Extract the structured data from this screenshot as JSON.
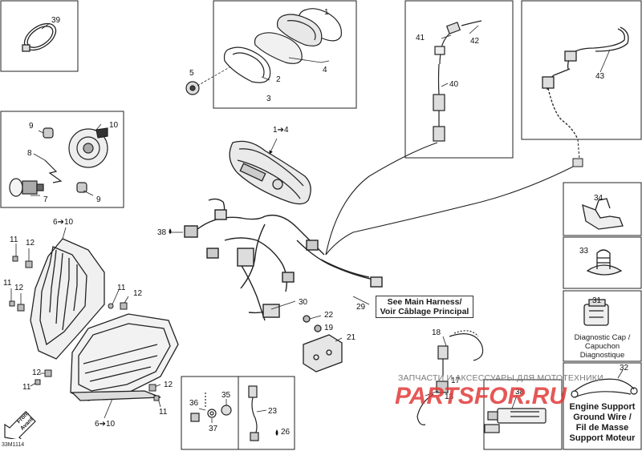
{
  "doc_code": "33M1114",
  "front_marker": {
    "line1": "Front",
    "line2": "Avant"
  },
  "callouts": {
    "main_harness": {
      "line1": "See Main Harness/",
      "line2": "Voir Câblage Principal"
    },
    "diag_cap": {
      "line1": "Diagnostic Cap /",
      "line2": "Capuchon",
      "line3": "Diagnostique"
    },
    "ground_wire": {
      "line1": "Engine Support",
      "line2": "Ground Wire /",
      "line3": "Fil de Masse",
      "line4": "Support Moteur"
    }
  },
  "watermark": {
    "russian": "ЗАПЧАСТИ И АКСЕССУАРЫ ДЛЯ МОТОТЕХНИКИ",
    "brand_a": "PARTS",
    "brand_b": "FOR",
    "brand_c": ".RU",
    "color_brand": "#e23a3a",
    "color_text": "#7a7a7a"
  },
  "labels": [
    {
      "id": "l39",
      "text": "39"
    },
    {
      "id": "l1",
      "text": "1"
    },
    {
      "id": "l2",
      "text": "2"
    },
    {
      "id": "l3",
      "text": "3"
    },
    {
      "id": "l4",
      "text": "4"
    },
    {
      "id": "l5",
      "text": "5"
    },
    {
      "id": "l41",
      "text": "41"
    },
    {
      "id": "l42",
      "text": "42"
    },
    {
      "id": "l40",
      "text": "40"
    },
    {
      "id": "l43",
      "text": "43"
    },
    {
      "id": "l9a",
      "text": "9"
    },
    {
      "id": "l10",
      "text": "10"
    },
    {
      "id": "l8",
      "text": "8"
    },
    {
      "id": "l7",
      "text": "7"
    },
    {
      "id": "l9b",
      "text": "9"
    },
    {
      "id": "l14",
      "text": "1➔4"
    },
    {
      "id": "l610a",
      "text": "6➔10"
    },
    {
      "id": "l38a",
      "text": "38"
    },
    {
      "id": "l11a",
      "text": "11"
    },
    {
      "id": "l12a",
      "text": "12"
    },
    {
      "id": "l11b",
      "text": "11"
    },
    {
      "id": "l12b",
      "text": "12"
    },
    {
      "id": "l11c",
      "text": "11"
    },
    {
      "id": "l12c",
      "text": "12"
    },
    {
      "id": "l12d",
      "text": "12"
    },
    {
      "id": "l11d",
      "text": "11"
    },
    {
      "id": "l12e",
      "text": "12"
    },
    {
      "id": "l11e",
      "text": "11"
    },
    {
      "id": "l610b",
      "text": "6➔10"
    },
    {
      "id": "l30",
      "text": "30"
    },
    {
      "id": "l29",
      "text": "29"
    },
    {
      "id": "l22",
      "text": "22"
    },
    {
      "id": "l19",
      "text": "19"
    },
    {
      "id": "l21",
      "text": "21"
    },
    {
      "id": "l18",
      "text": "18"
    },
    {
      "id": "l17",
      "text": "17"
    },
    {
      "id": "l13",
      "text": "13"
    },
    {
      "id": "l34",
      "text": "34"
    },
    {
      "id": "l33",
      "text": "33"
    },
    {
      "id": "l31",
      "text": "31"
    },
    {
      "id": "l32",
      "text": "32"
    },
    {
      "id": "l38b",
      "text": "38"
    },
    {
      "id": "l36",
      "text": "36"
    },
    {
      "id": "l35",
      "text": "35"
    },
    {
      "id": "l37",
      "text": "37"
    },
    {
      "id": "l23",
      "text": "23"
    },
    {
      "id": "l26",
      "text": "26"
    }
  ]
}
